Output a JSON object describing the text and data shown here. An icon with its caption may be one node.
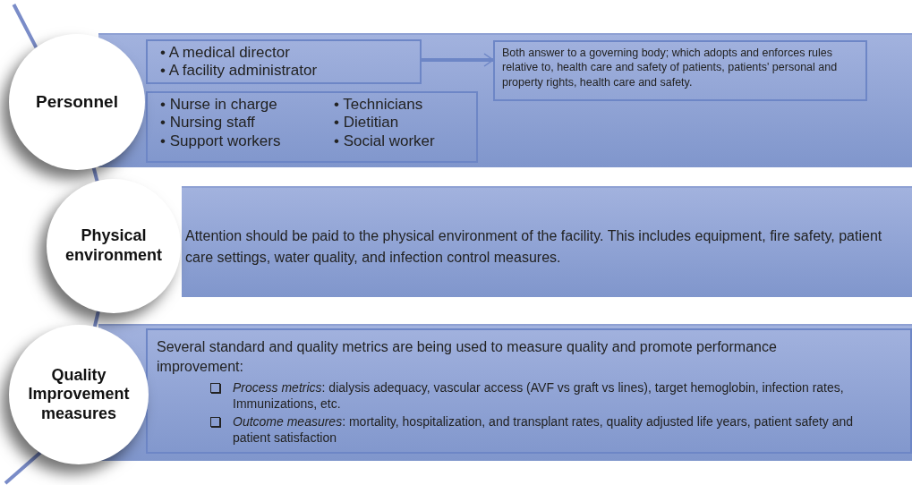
{
  "diagram": {
    "nodes": [
      {
        "text": [],
        "shape": "box"
      },
      {
        "text": [
          "Personnel"
        ]
      },
      {
        "text": [
          "• A medical director",
          "• A facility administrator"
        ],
        "in": 0
      },
      {
        "text": [
          "• Nurse in charge",
          "• Nursing staff",
          "• Support workers",
          "• Technicians",
          "• Dietitian",
          "• Social worker"
        ],
        "in": 0
      },
      {
        "text": [
          "Both answer to a governing body; which adopts and enforces rules relative to, health care and safety of patients, patients' personal and property rights, health care and safety."
        ],
        "in": 0
      },
      {
        "text": [
          "Attention should be paid to the physical environment of the facility. This includes equipment, fire safety, patient care settings, water quality, and infection control measures."
        ]
      },
      {
        "text": [
          "Physical environment"
        ]
      },
      {
        "text": [],
        "shape": "box"
      },
      {
        "text": [
          "Quality Improvement measures"
        ]
      },
      {
        "text": [
          "Several standard and quality metrics are being used to measure quality and promote performance improvement:",
          "*Process metrics*: dialysis adequacy, vascular access (AVF vs graft vs lines), target hemoglobin, infection rates, Immunizations, etc.",
          "*Outcome measures*: mortality, hospitalization, and transplant rates, quality adjusted life years, patient safety and patient satisfaction"
        ],
        "in": 7
      }
    ],
    "edges": [
      {
        "from": 2,
        "to": 4,
        "arrow": "to"
      },
      {
        "from": null,
        "to": 1,
        "arrow": "none"
      },
      {
        "from": 1,
        "to": 6,
        "arrow": "none"
      },
      {
        "from": 6,
        "to": 8,
        "arrow": "none"
      },
      {
        "from": 8,
        "to": null,
        "arrow": "none"
      }
    ]
  }
}
